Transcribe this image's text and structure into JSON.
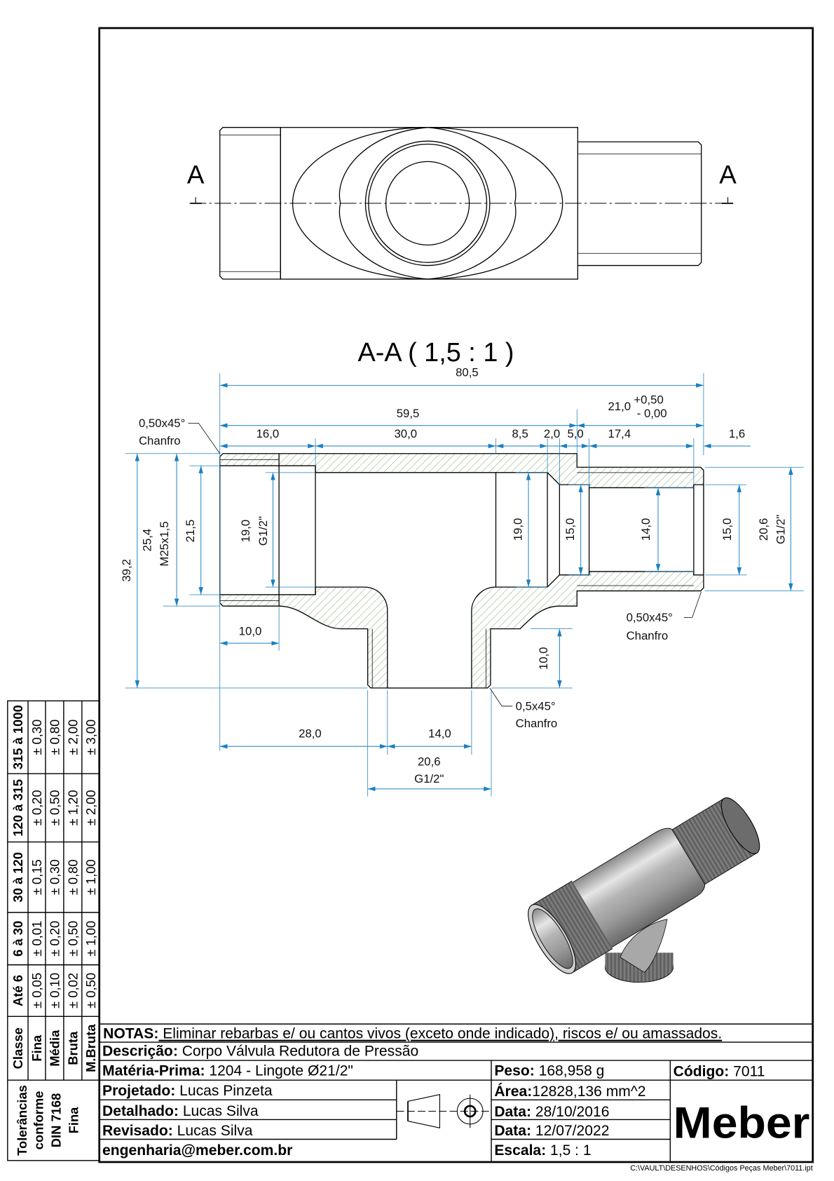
{
  "colors": {
    "dimension": "#1b7fc4",
    "hatch": "#6d9b5f",
    "outline": "#000000"
  },
  "top_view": {
    "section_label_left": "A",
    "section_label_right": "A"
  },
  "section_view": {
    "title": "A-A ( 1,5 : 1 )",
    "dims": {
      "overall": "80,5",
      "d59_5": "59,5",
      "d21_0": "21,0",
      "d21_0_tol_plus": "+0,50",
      "d21_0_tol_minus": "- 0,00",
      "d16_0": "16,0",
      "d30_0": "30,0",
      "d8_5": "8,5",
      "d2_0": "2,0",
      "d5_0": "5,0",
      "d17_4": "17,4",
      "d1_6": "1,6",
      "d39_2": "39,2",
      "d25_4": "25,4",
      "thread_left": "M25x1,5",
      "d21_5": "21,5",
      "d19_0_left": "19,0",
      "g_left": "G1/2\"",
      "d19_0_right": "19,0",
      "d15_0_groove": "15,0",
      "d14_0": "14,0",
      "d15_0_right": "15,0",
      "d20_6_right": "20,6",
      "g_right": "G1/2\"",
      "d10_0_h": "10,0",
      "d10_0_v": "10,0",
      "d28_0": "28,0",
      "d14_0_h": "14,0",
      "d20_6_bottom": "20,6",
      "g_bottom": "G1/2\""
    },
    "chamfers": [
      {
        "size": "0,50x45°",
        "label": "Chanfro"
      },
      {
        "size": "0,50x45°",
        "label": "Chanfro"
      },
      {
        "size": "0,5x45°",
        "label": "Chanfro"
      }
    ]
  },
  "tolerance_table": {
    "header": "Classe",
    "ranges": [
      "Até 6",
      "6 à 30",
      "30 à 120",
      "120 à 315",
      "315 à 1000"
    ],
    "classes": [
      {
        "name": "Fina",
        "values": [
          "± 0,05",
          "± 0,01",
          "± 0,15",
          "± 0,20",
          "± 0,30"
        ]
      },
      {
        "name": "Média",
        "values": [
          "± 0,10",
          "± 0,20",
          "± 0,30",
          "± 0,50",
          "± 0,80"
        ]
      },
      {
        "name": "Bruta",
        "values": [
          "± 0,02",
          "± 0,50",
          "± 0,80",
          "± 1,20",
          "± 2,00"
        ]
      },
      {
        "name": "M.Bruta",
        "values": [
          "± 0,50",
          "± 1,00",
          "± 1,00",
          "± 2,00",
          "± 3,00"
        ]
      }
    ],
    "footer_lines": [
      "Tolerâncias",
      "conforme",
      "DIN 7168",
      "Fina"
    ]
  },
  "title_block": {
    "notes_label": "NOTAS:",
    "notes": " Eliminar rebarbas e/ ou cantos vivos (exceto onde indicado), riscos e/ ou amassados.",
    "description_label": "Descrição:",
    "description": " Corpo Válvula Redutora de Pressão",
    "material_label": "Matéria-Prima:",
    "material": " 1204 - Lingote Ø21/2\"",
    "weight_label": "Peso:",
    "weight": " 168,958 g",
    "code_label": "Código:",
    "code": " 7011",
    "designed_label": "Projetado:",
    "designed": " Lucas Pinzeta",
    "detailed_label": "Detalhado:",
    "detailed": " Lucas Silva",
    "reviewed_label": "Revisado:",
    "reviewed": " Lucas Silva",
    "email": "engenharia@meber.com.br",
    "area_label": "Área:",
    "area": "12828,136 mm^2",
    "date1_label": "Data:",
    "date1": " 28/10/2016",
    "date2_label": "Data:",
    "date2": " 12/07/2022",
    "scale_label": "Escala:",
    "scale": " 1,5 : 1",
    "logo": "Meber",
    "file_path": "C:\\VAULT\\DESENHOS\\Códigos Peças Meber\\7011.ipt"
  }
}
